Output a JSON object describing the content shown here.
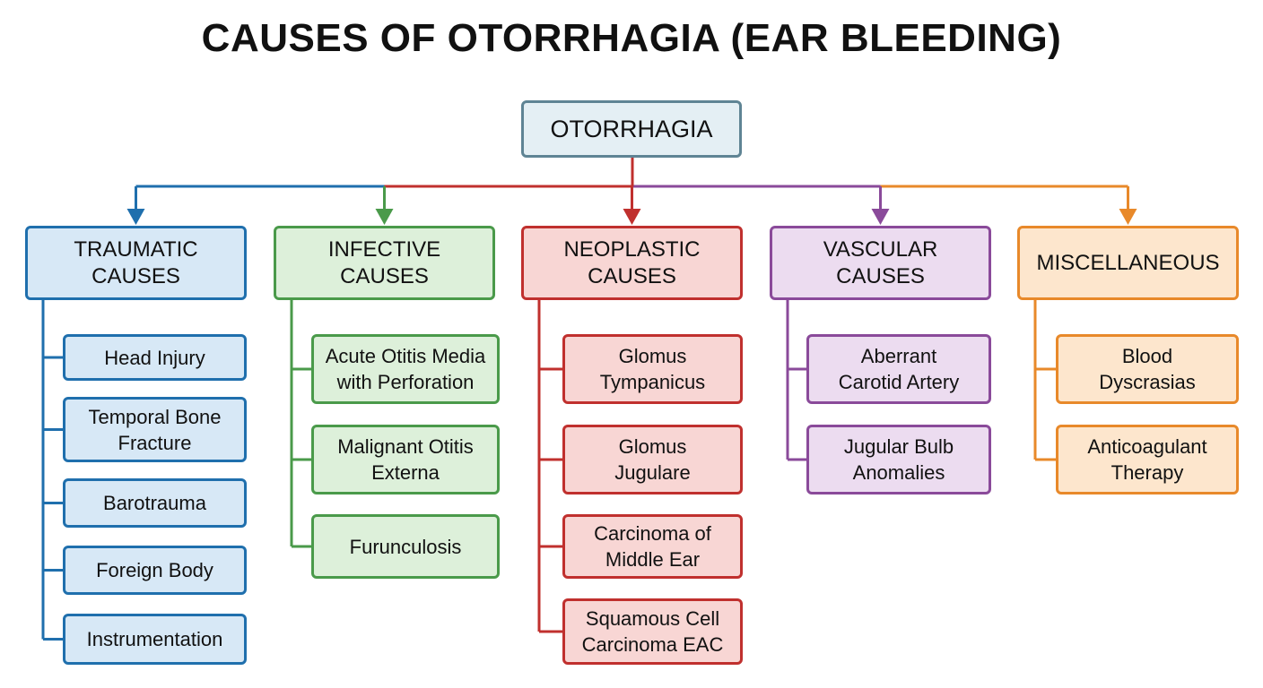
{
  "title": "CAUSES OF OTORRHAGIA (EAR BLEEDING)",
  "root": "OTORRHAGIA",
  "categories": [
    {
      "label": "TRAUMATIC\nCAUSES",
      "color": "#1f6fad",
      "fill": "#d7e8f6",
      "children": [
        "Head Injury",
        "Temporal Bone\nFracture",
        "Barotrauma",
        "Foreign Body",
        "Instrumentation"
      ]
    },
    {
      "label": "INFECTIVE\nCAUSES",
      "color": "#4a9a4a",
      "fill": "#ddf0da",
      "children": [
        "Acute Otitis Media\nwith Perforation",
        "Malignant Otitis\nExterna",
        "Furunculosis"
      ]
    },
    {
      "label": "NEOPLASTIC\nCAUSES",
      "color": "#c0302e",
      "fill": "#f8d6d4",
      "children": [
        "Glomus\nTympanicus",
        "Glomus\nJugulare",
        "Carcinoma of\nMiddle Ear",
        "Squamous Cell\nCarcinoma EAC"
      ]
    },
    {
      "label": "VASCULAR\nCAUSES",
      "color": "#8a4a9a",
      "fill": "#ecdcf0",
      "children": [
        "Aberrant\nCarotid Artery",
        "Jugular Bulb\nAnomalies"
      ]
    },
    {
      "label": "MISCELLANEOUS",
      "color": "#e8892a",
      "fill": "#fde6cd",
      "children": [
        "Blood\nDyscrasias",
        "Anticoagulant\nTherapy"
      ]
    }
  ]
}
